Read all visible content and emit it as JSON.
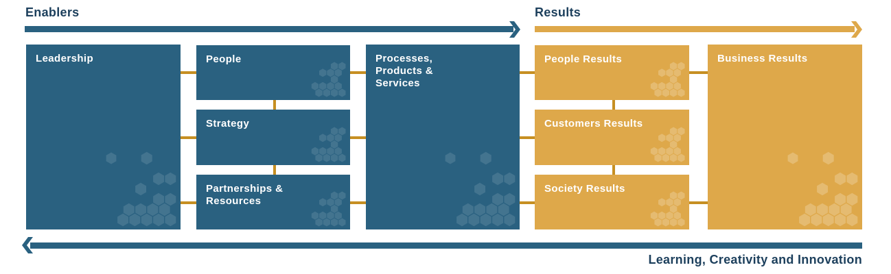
{
  "headers": {
    "enablers": "Enablers",
    "results": "Results"
  },
  "footer": {
    "label": "Learning, Creativity and Innovation"
  },
  "colors": {
    "enablers_blue": "#2a6180",
    "results_gold": "#dea84a",
    "connector": "#c68f22",
    "heading_text": "#1c3f5c"
  },
  "enablers": {
    "leadership": "Leadership",
    "people": "People",
    "strategy": "Strategy",
    "partnerships": "Partnerships & Resources",
    "processes": "Processes, Products & Services"
  },
  "results": {
    "people_results": "People Results",
    "customers_results": "Customers Results",
    "society_results": "Society Results",
    "business_results": "Business Results"
  }
}
